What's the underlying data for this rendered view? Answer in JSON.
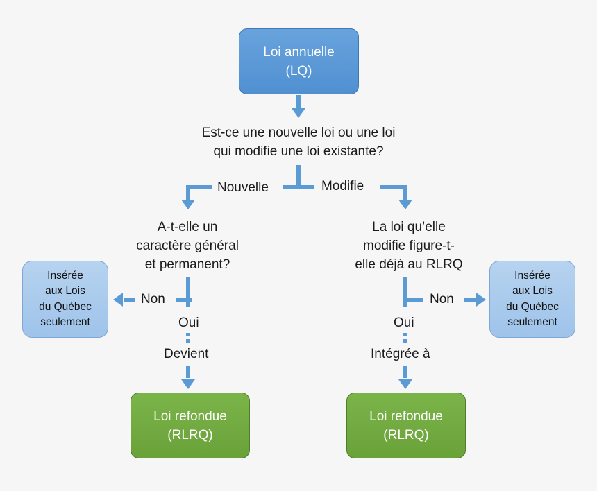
{
  "colors": {
    "connector": "#5b9bd5",
    "background": "#f6f6f6",
    "start_node": "#5b9bd5",
    "end_node": "#70ad47",
    "side_node": "#a9cbee"
  },
  "nodes": {
    "start": {
      "line1": "Loi annuelle",
      "line2": "(LQ)"
    },
    "question_main": {
      "line1": "Est-ce une nouvelle loi ou une loi",
      "line2": "qui modifie une loi existante?"
    },
    "question_left": {
      "line1": "A-t-elle un",
      "line2": "caractère général",
      "line3": "et permanent?"
    },
    "question_right": {
      "line1": "La loi qu’elle",
      "line2": "modifie figure-t-",
      "line3": "elle déjà au RLRQ"
    },
    "side_left": {
      "line1": "Insérée",
      "line2": "aux Lois",
      "line3": "du Québec",
      "line4": "seulement"
    },
    "side_right": {
      "line1": "Insérée",
      "line2": "aux Lois",
      "line3": "du Québec",
      "line4": "seulement"
    },
    "end_left": {
      "line1": "Loi refondue",
      "line2": "(RLRQ)"
    },
    "end_right": {
      "line1": "Loi refondue",
      "line2": "(RLRQ)"
    }
  },
  "edge_labels": {
    "nouvelle": "Nouvelle",
    "modifie": "Modifie",
    "non_left": "Non",
    "oui_left": "Oui",
    "devient": "Devient",
    "non_right": "Non",
    "oui_right": "Oui",
    "integree": "Intégrée à"
  }
}
